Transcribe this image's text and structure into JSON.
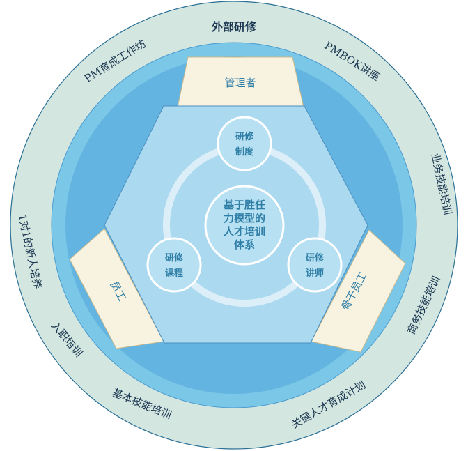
{
  "outer_ring": {
    "top": "外部研修",
    "upper_left": "PM育成工作坊",
    "upper_right": "PMBOK讲座",
    "right_upper": "业务技能培训",
    "left": "1对1的新人培养",
    "right_lower": "商务技能培训",
    "lower_left_1": "入职培训",
    "lower_left_2": "基本技能培训",
    "lower_right": "关键人才育成计划"
  },
  "layers": {
    "top": "管理者",
    "left": "员工",
    "right": "骨干员工"
  },
  "center": {
    "line1": "基于胜任",
    "line2": "力模型的",
    "line3": "人才培训",
    "line4": "体系"
  },
  "nodes": {
    "top": {
      "line1": "研修",
      "line2": "制度"
    },
    "left": {
      "line1": "研修",
      "line2": "课程"
    },
    "right": {
      "line1": "研修",
      "line2": "讲师"
    }
  },
  "colors": {
    "outer_ring": "#d3e6e0",
    "mid_ring": "#79c6e6",
    "inner_circle": "#5eb0de",
    "hexagon": "#aad8ee",
    "trapezoid": "#f8f2e0",
    "node": "#b6e0f2",
    "text_dark": "#1a3550",
    "text_blue": "#2f7ea6"
  }
}
